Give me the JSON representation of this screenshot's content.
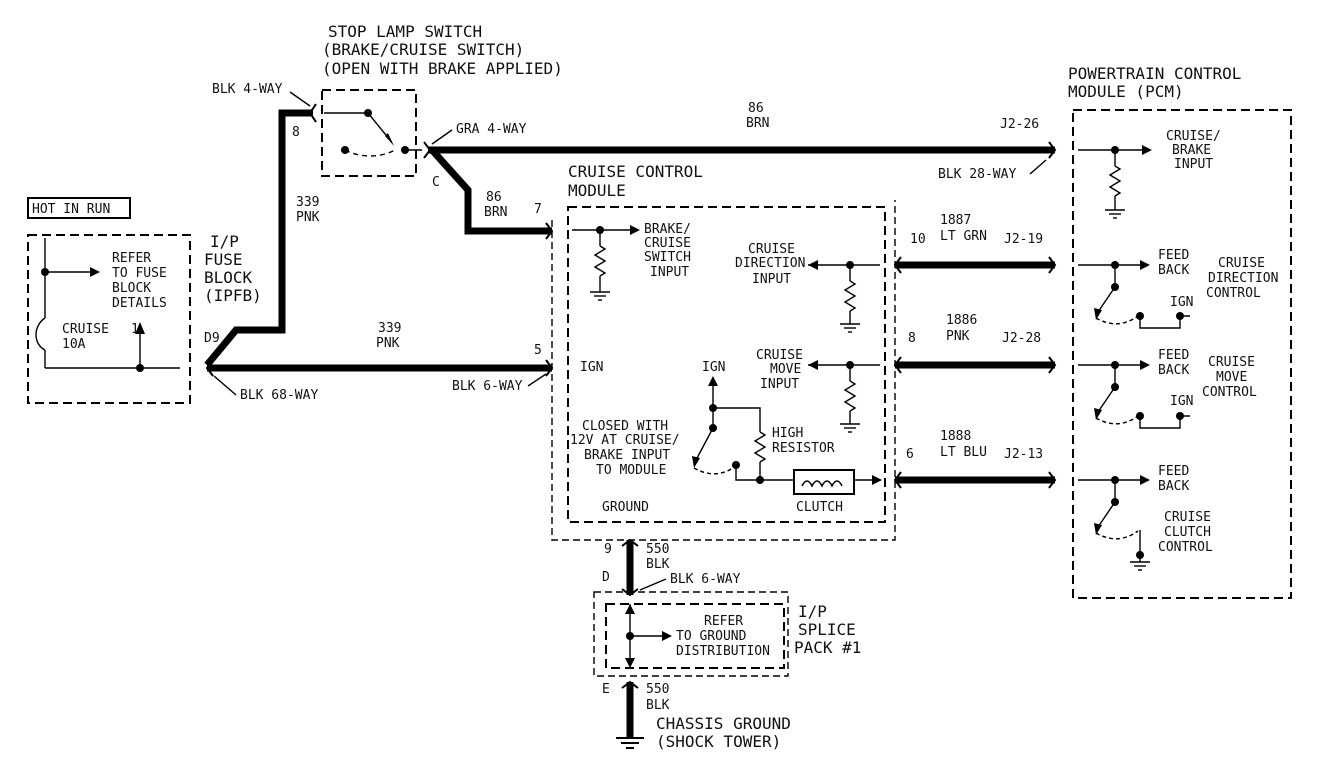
{
  "components": {
    "stop_lamp_switch": {
      "title": "STOP LAMP SWITCH",
      "line2": "(BRAKE/CRUISE SWITCH)",
      "line3": "(OPEN WITH BRAKE APPLIED)"
    },
    "pcm": {
      "title": "POWERTRAIN CONTROL",
      "title2": "MODULE (PCM)"
    },
    "hot_in_run": "HOT IN RUN",
    "fuse_refer": [
      "REFER",
      "TO FUSE",
      "BLOCK",
      "DETAILS"
    ],
    "fuse": {
      "name": "CRUISE",
      "rating": "10A",
      "num": "1"
    },
    "ipfb": [
      "I/P",
      "FUSE",
      "BLOCK",
      "(IPFB)"
    ],
    "ccm": {
      "title": "CRUISE CONTROL",
      "title2": "MODULE"
    },
    "ccm_brake_input": [
      "BRAKE/",
      "CRUISE",
      "SWITCH",
      "INPUT"
    ],
    "ccm_direction_input": [
      "CRUISE",
      "DIRECTION",
      "INPUT"
    ],
    "ccm_move_input": [
      "CRUISE",
      "MOVE",
      "INPUT"
    ],
    "ccm_ign1": "IGN",
    "ccm_ign2": "IGN",
    "ccm_closed": [
      "CLOSED WITH",
      "12V AT CRUISE/",
      "BRAKE INPUT",
      "TO MODULE"
    ],
    "ccm_resistor": [
      "HIGH",
      "RESISTOR"
    ],
    "ccm_clutch": "CLUTCH",
    "ccm_ground": "GROUND",
    "pcm_cruise_brake": [
      "CRUISE/",
      "BRAKE",
      "INPUT"
    ],
    "pcm_dir": {
      "feed": [
        "FEED",
        "BACK"
      ],
      "name": [
        "CRUISE",
        "DIRECTION",
        "CONTROL"
      ],
      "ign": "IGN"
    },
    "pcm_move": {
      "feed": [
        "FEED",
        "BACK"
      ],
      "name": [
        "CRUISE",
        "MOVE",
        "CONTROL"
      ],
      "ign": "IGN"
    },
    "pcm_clutch": {
      "feed": [
        "FEED",
        "BACK"
      ],
      "name": [
        "CRUISE",
        "CLUTCH",
        "CONTROL"
      ]
    },
    "splice_refer": [
      "REFER",
      "TO GROUND",
      "DISTRIBUTION"
    ],
    "splice_pack": [
      "I/P",
      "SPLICE",
      "PACK #1"
    ],
    "chassis_ground": [
      "CHASSIS GROUND",
      "(SHOCK TOWER)"
    ]
  },
  "connectors": {
    "blk4": "BLK 4-WAY",
    "gra4": "GRA 4-WAY",
    "blk28": "BLK 28-WAY",
    "blk68": "BLK 68-WAY",
    "blk6a": "BLK 6-WAY",
    "blk6b": "BLK 6-WAY"
  },
  "pins": {
    "p8": "8",
    "pC": "C",
    "pD9": "D9",
    "p7": "7",
    "p5": "5",
    "p10": "10",
    "p8b": "8",
    "p6": "6",
    "p9": "9",
    "pD": "D",
    "pE": "E",
    "j226": "J2-26",
    "j219": "J2-19",
    "j228": "J2-28",
    "j213": "J2-13"
  },
  "wires": {
    "w86a": [
      "86",
      "BRN"
    ],
    "w86b": [
      "86",
      "BRN"
    ],
    "w339a": [
      "339",
      "PNK"
    ],
    "w339b": [
      "339",
      "PNK"
    ],
    "w1887": [
      "1887",
      "LT GRN"
    ],
    "w1886": [
      "1886",
      "PNK"
    ],
    "w1888": [
      "1888",
      "LT BLU"
    ],
    "w550a": [
      "550",
      "BLK"
    ],
    "w550b": [
      "550",
      "BLK"
    ]
  }
}
